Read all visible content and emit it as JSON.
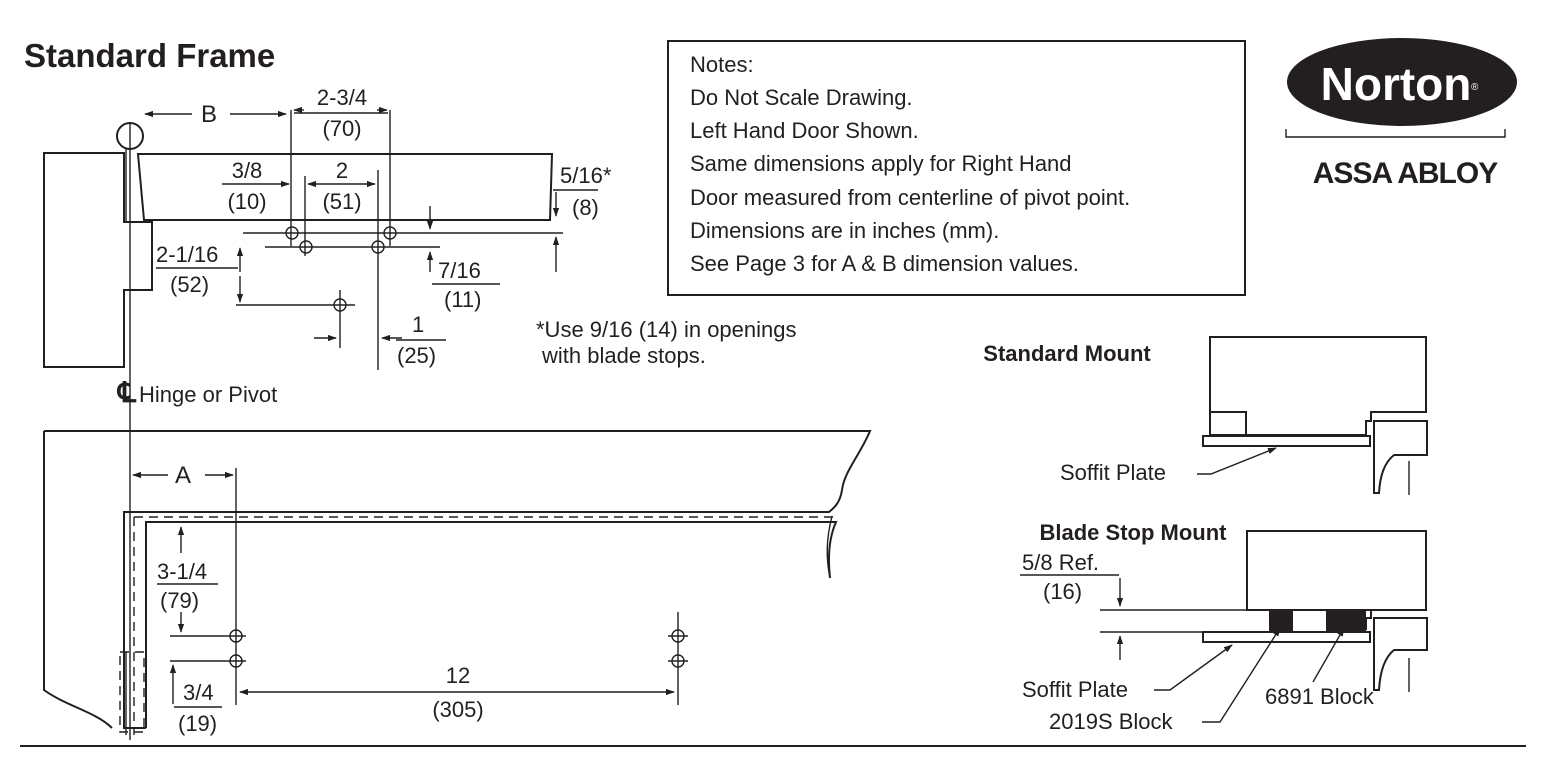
{
  "title": "Standard Frame",
  "notes": {
    "heading": "Notes:",
    "lines": [
      "Do Not Scale Drawing.",
      "Left Hand Door Shown.",
      "Same dimensions apply for Right Hand",
      "Door measured from centerline of pivot point.",
      "Dimensions are in inches (mm).",
      "See Page 3 for A & B dimension values."
    ]
  },
  "brand": {
    "logo_text": "Norton",
    "registered": "®",
    "company": "ASSA ABLOY"
  },
  "top_view": {
    "dim_b": "B",
    "dim_2_3_4": {
      "in": "2-3/4",
      "mm": "(70)"
    },
    "dim_3_8": {
      "in": "3/8",
      "mm": "(10)"
    },
    "dim_2": {
      "in": "2",
      "mm": "(51)"
    },
    "dim_5_16": {
      "in": "5/16*",
      "mm": "(8)"
    },
    "dim_2_1_16": {
      "in": "2-1/16",
      "mm": "(52)"
    },
    "dim_7_16": {
      "in": "7/16",
      "mm": "(11)"
    },
    "dim_1": {
      "in": "1",
      "mm": "(25)"
    },
    "footnote_line1": "*Use 9/16 (14) in openings",
    "footnote_line2": "with blade stops.",
    "centerline_symbol": "℄",
    "centerline_label": "Hinge or Pivot"
  },
  "front_view": {
    "dim_a": "A",
    "dim_3_1_4": {
      "in": "3-1/4",
      "mm": "(79)"
    },
    "dim_3_4": {
      "in": "3/4",
      "mm": "(19)"
    },
    "dim_12": {
      "in": "12",
      "mm": "(305)"
    }
  },
  "standard_mount": {
    "title": "Standard Mount",
    "soffit_label": "Soffit Plate"
  },
  "blade_stop_mount": {
    "title": "Blade Stop Mount",
    "ref_dim": {
      "in": "5/8 Ref.",
      "mm": "(16)"
    },
    "soffit_label": "Soffit Plate",
    "block_6891": "6891 Block",
    "block_2019s": "2019S Block"
  }
}
